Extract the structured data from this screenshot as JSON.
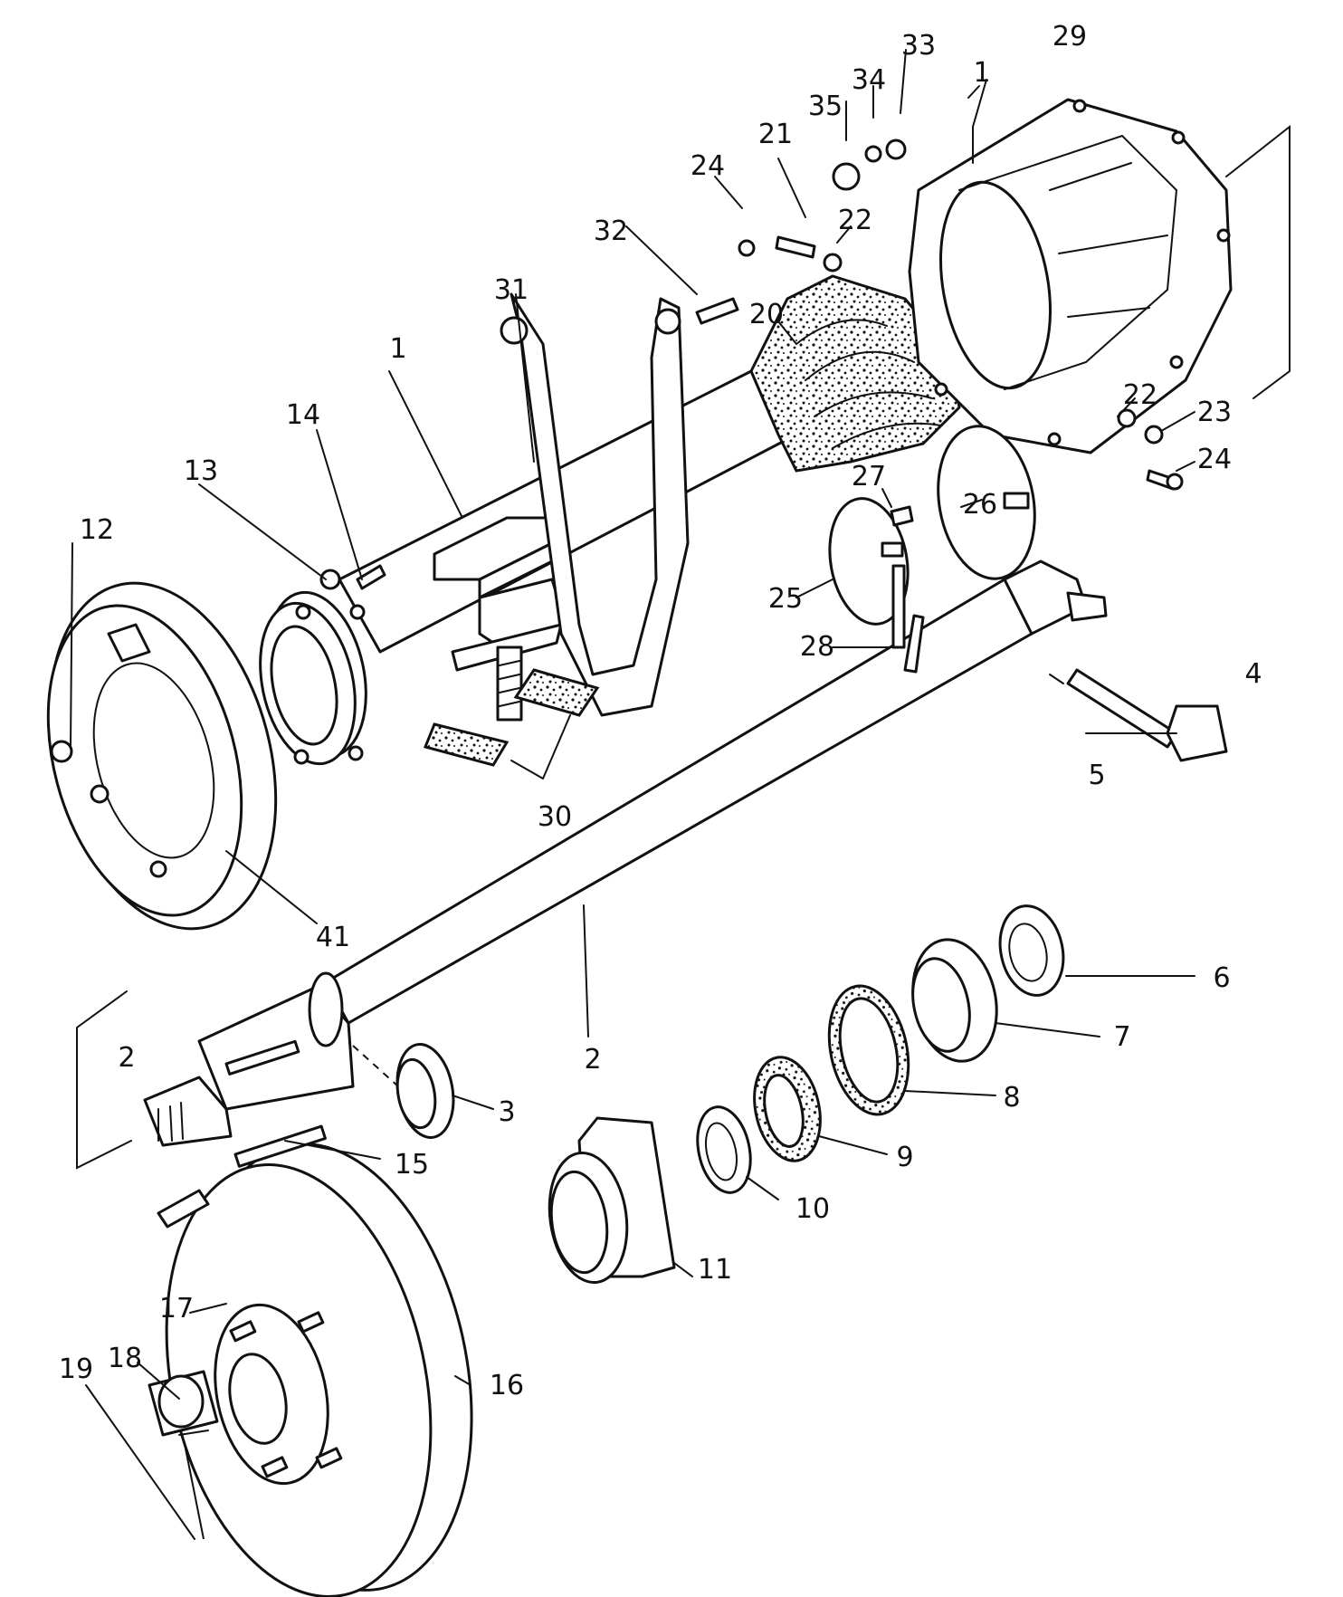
{
  "diagram": {
    "type": "exploded-parts-view",
    "labels": [
      {
        "id": "l1a",
        "text": "1"
      },
      {
        "id": "l1b",
        "text": "1"
      },
      {
        "id": "l2a",
        "text": "2"
      },
      {
        "id": "l2b",
        "text": "2"
      },
      {
        "id": "l3",
        "text": "3"
      },
      {
        "id": "l4",
        "text": "4"
      },
      {
        "id": "l5",
        "text": "5"
      },
      {
        "id": "l6",
        "text": "6"
      },
      {
        "id": "l7",
        "text": "7"
      },
      {
        "id": "l8",
        "text": "8"
      },
      {
        "id": "l9",
        "text": "9"
      },
      {
        "id": "l10",
        "text": "10"
      },
      {
        "id": "l11",
        "text": "11"
      },
      {
        "id": "l12",
        "text": "12"
      },
      {
        "id": "l13",
        "text": "13"
      },
      {
        "id": "l14",
        "text": "14"
      },
      {
        "id": "l15",
        "text": "15"
      },
      {
        "id": "l16",
        "text": "16"
      },
      {
        "id": "l17",
        "text": "17"
      },
      {
        "id": "l18",
        "text": "18"
      },
      {
        "id": "l19",
        "text": "19"
      },
      {
        "id": "l20",
        "text": "20"
      },
      {
        "id": "l21",
        "text": "21"
      },
      {
        "id": "l22a",
        "text": "22"
      },
      {
        "id": "l22b",
        "text": "22"
      },
      {
        "id": "l23",
        "text": "23"
      },
      {
        "id": "l24a",
        "text": "24"
      },
      {
        "id": "l24b",
        "text": "24"
      },
      {
        "id": "l25",
        "text": "25"
      },
      {
        "id": "l26",
        "text": "26"
      },
      {
        "id": "l27",
        "text": "27"
      },
      {
        "id": "l28",
        "text": "28"
      },
      {
        "id": "l29",
        "text": "29"
      },
      {
        "id": "l30",
        "text": "30"
      },
      {
        "id": "l31",
        "text": "31"
      },
      {
        "id": "l32",
        "text": "32"
      },
      {
        "id": "l33",
        "text": "33"
      },
      {
        "id": "l34",
        "text": "34"
      },
      {
        "id": "l35",
        "text": "35"
      },
      {
        "id": "l41",
        "text": "41"
      }
    ]
  }
}
